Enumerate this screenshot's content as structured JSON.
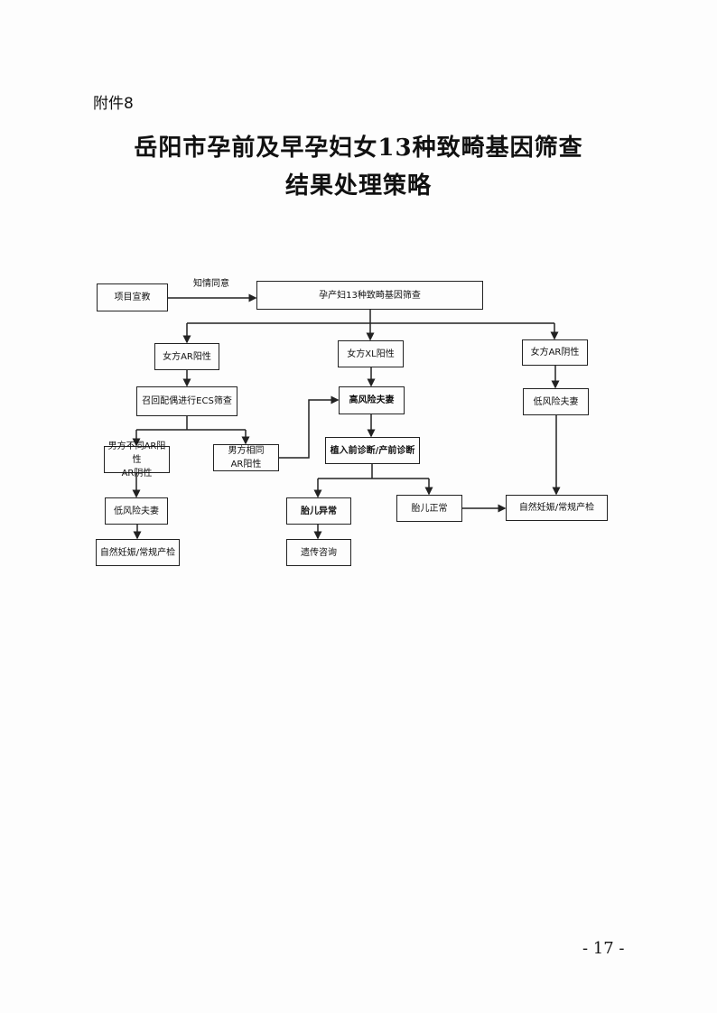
{
  "header": {
    "attachment": "附件8",
    "title_line1": "岳阳市孕前及早孕妇女13种致畸基因筛查",
    "title_line2": "结果处理策略"
  },
  "flowchart": {
    "edge_label_consent": "知情同意",
    "nodes": {
      "education": "项目宣教",
      "screening": "孕产妇13种致畸基因筛查",
      "female_ar_pos": "女方AR阳性",
      "female_xl_pos": "女方XL阳性",
      "female_ar_neg": "女方AR阴性",
      "recall_spouse": "召回配偶进行ECS筛查",
      "high_risk": "高风险夫妻",
      "low_risk_right": "低风险夫妻",
      "male_diff_line1": "男方不同AR阳性",
      "male_diff_line2": "AR阴性",
      "male_same_line1": "男方相同",
      "male_same_line2": "AR阳性",
      "prenatal_diag": "植入前诊断/产前诊断",
      "low_risk_left": "低风险夫妻",
      "fetus_abnormal": "胎儿异常",
      "fetus_normal": "胎儿正常",
      "natural_right": "自然妊娠/常规产检",
      "natural_left": "自然妊娠/常规产检",
      "genetic_counsel": "遗传咨询"
    }
  },
  "footer": {
    "page_number": "- 17 -"
  }
}
